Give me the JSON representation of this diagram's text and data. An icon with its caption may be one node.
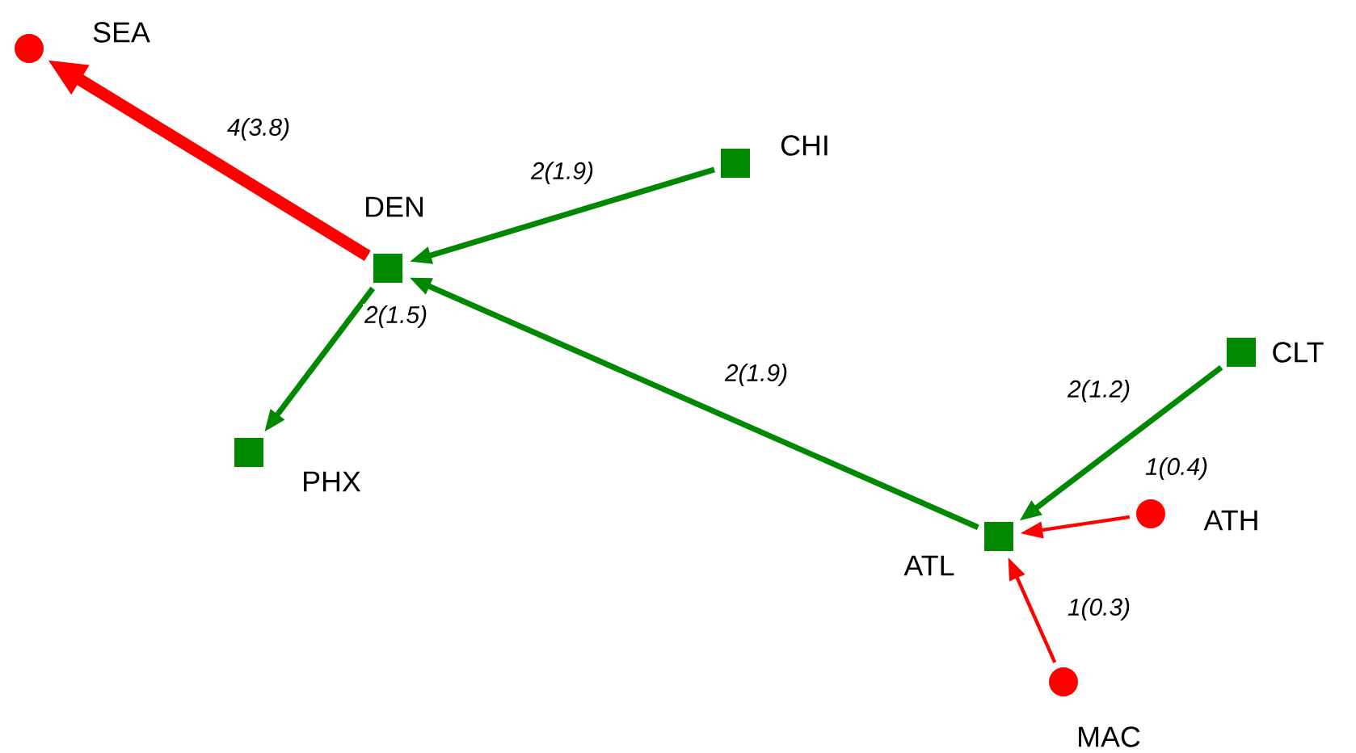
{
  "diagram": {
    "nodes": [
      {
        "text": [],
        "shape": "circle",
        "beside": [
          "SEA"
        ]
      },
      {
        "text": [],
        "shape": "box",
        "beside": [
          "DEN"
        ]
      },
      {
        "text": [],
        "shape": "box",
        "beside": [
          "CHI"
        ]
      },
      {
        "text": [],
        "shape": "box",
        "beside": [
          "PHX"
        ]
      },
      {
        "text": [],
        "shape": "box",
        "beside": [
          "CLT"
        ]
      },
      {
        "text": [],
        "shape": "box",
        "beside": [
          "ATL"
        ]
      },
      {
        "text": [],
        "shape": "circle",
        "beside": [
          "ATH"
        ]
      },
      {
        "text": [],
        "shape": "circle",
        "beside": [
          "MAC"
        ]
      }
    ],
    "edges": [
      {
        "from": 1,
        "to": 0,
        "arrow": "to",
        "label": "4(3.8)",
        "style": "thick",
        "color": "#ff0000"
      },
      {
        "from": 2,
        "to": 1,
        "arrow": "to",
        "label": "2(1.9)"
      },
      {
        "from": 1,
        "to": 3,
        "arrow": "to",
        "label": "2(1.5)"
      },
      {
        "from": 5,
        "to": 1,
        "arrow": "to",
        "label": "2(1.9)"
      },
      {
        "from": 4,
        "to": 5,
        "arrow": "to",
        "label": "2(1.2)"
      },
      {
        "from": 6,
        "to": 5,
        "arrow": "to",
        "label": "1(0.4)",
        "color": "#ff0000"
      },
      {
        "from": 7,
        "to": 5,
        "arrow": "to",
        "label": "1(0.3)",
        "color": "#ff0000"
      }
    ]
  }
}
